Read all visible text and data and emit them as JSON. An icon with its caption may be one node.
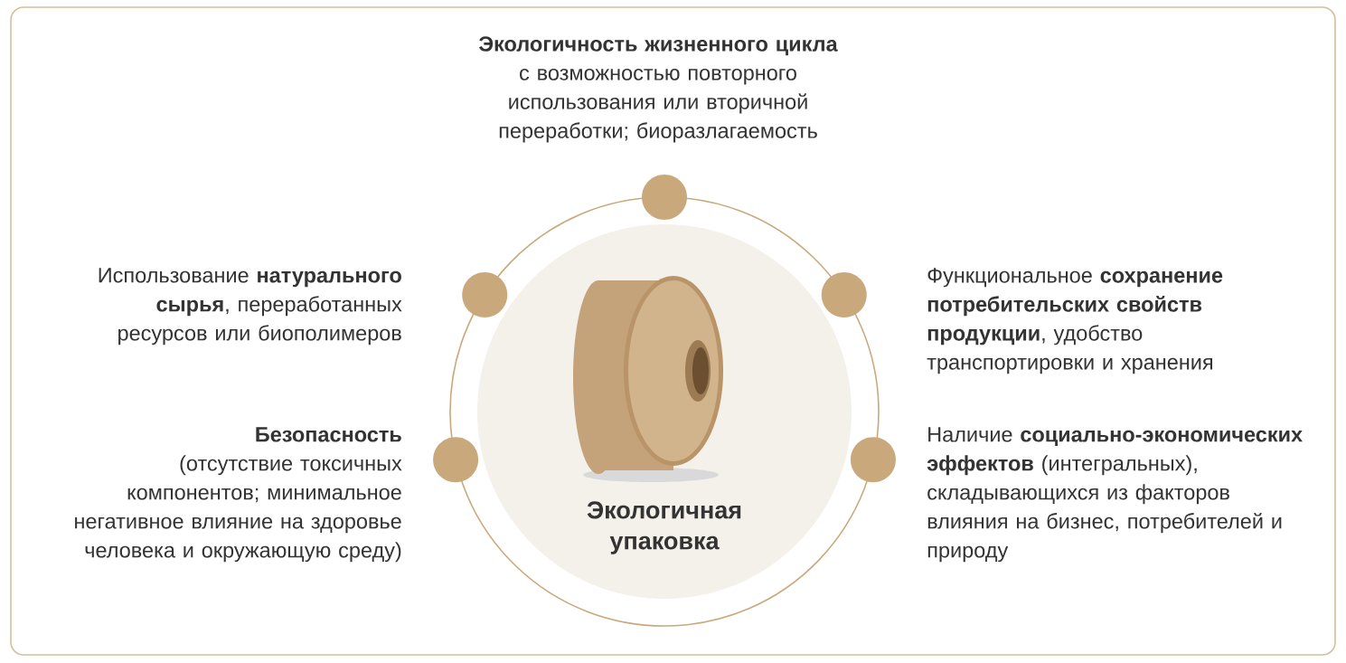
{
  "diagram": {
    "nodes": [
      {
        "text": [
          "Экологичность жизненного цикла",
          "с возможностью повторного использования или вторичной переработки; биоразлагаемость"
        ]
      },
      {
        "text": [
          "Использование **натурального сырья**, переработанных ресурсов или биополимеров"
        ]
      },
      {
        "text": [
          "Функциональное **сохранение потребительских свойств продукции**, удобство транспортировки и хранения"
        ]
      },
      {
        "text": [
          "Безопасность",
          "(отсутствие токсичных компонентов; минимальное негативное влияние на здоровье человека и окружающую среду)"
        ]
      },
      {
        "text": [
          "Наличие **социально-экономических эффектов** (интегральных), складывающихся из факторов влияния на бизнес, потребителей и природу"
        ]
      },
      {
        "text": [
          "Экологичная упаковка"
        ]
      }
    ],
    "edges": []
  }
}
